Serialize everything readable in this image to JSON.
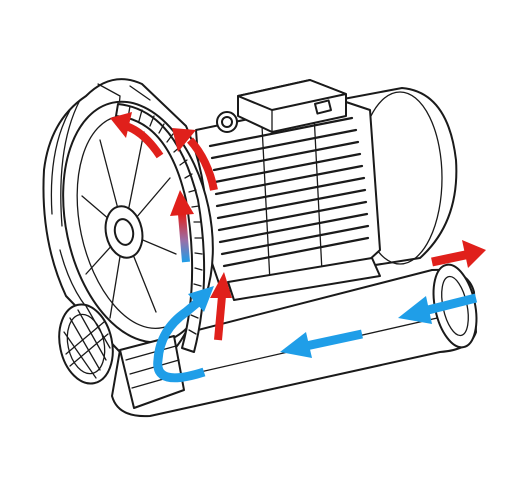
{
  "colors": {
    "background": "#ffffff",
    "outline": "#1a1a1a",
    "hot_air_arrow": "#e0201b",
    "cool_air_arrow": "#1f9ee8"
  },
  "diagram": {
    "subject": "side-channel-blower",
    "parts": [
      "motor-housing",
      "terminal-box",
      "lifting-eye",
      "impeller",
      "impeller-housing",
      "motor-fan-cover",
      "silencer-tube"
    ],
    "flows": [
      {
        "kind": "intake",
        "color_key": "cool_air_arrow"
      },
      {
        "kind": "compression-path",
        "color_key": "hot_air_arrow"
      },
      {
        "kind": "discharge",
        "color_key": "hot_air_arrow"
      }
    ]
  }
}
